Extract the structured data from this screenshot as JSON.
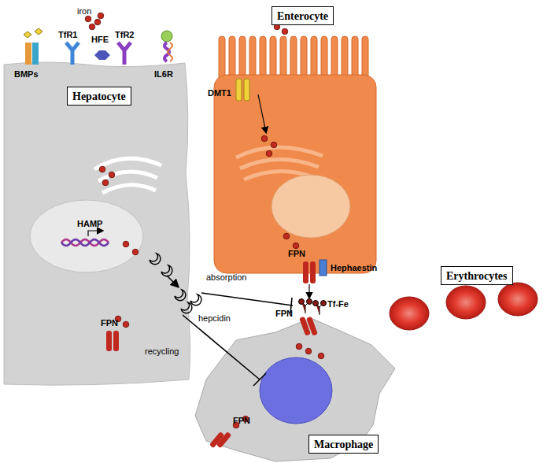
{
  "diagram": {
    "nodes": [
      {
        "text": [
          "Hepatocyte"
        ]
      },
      {
        "text": [
          "Enterocyte"
        ]
      },
      {
        "text": [
          "Erythrocytes"
        ]
      },
      {
        "text": [
          "Macrophage"
        ]
      }
    ],
    "labels": [
      "iron",
      "BMPs",
      "TfR1",
      "HFE",
      "TfR2",
      "IL6R",
      "HAMP",
      "FPN",
      "DMT1",
      "FPN",
      "Hephaestin",
      "Tf-Fe",
      "absorption",
      "hepcidin",
      "recycling",
      "FPN",
      "FPN"
    ]
  }
}
